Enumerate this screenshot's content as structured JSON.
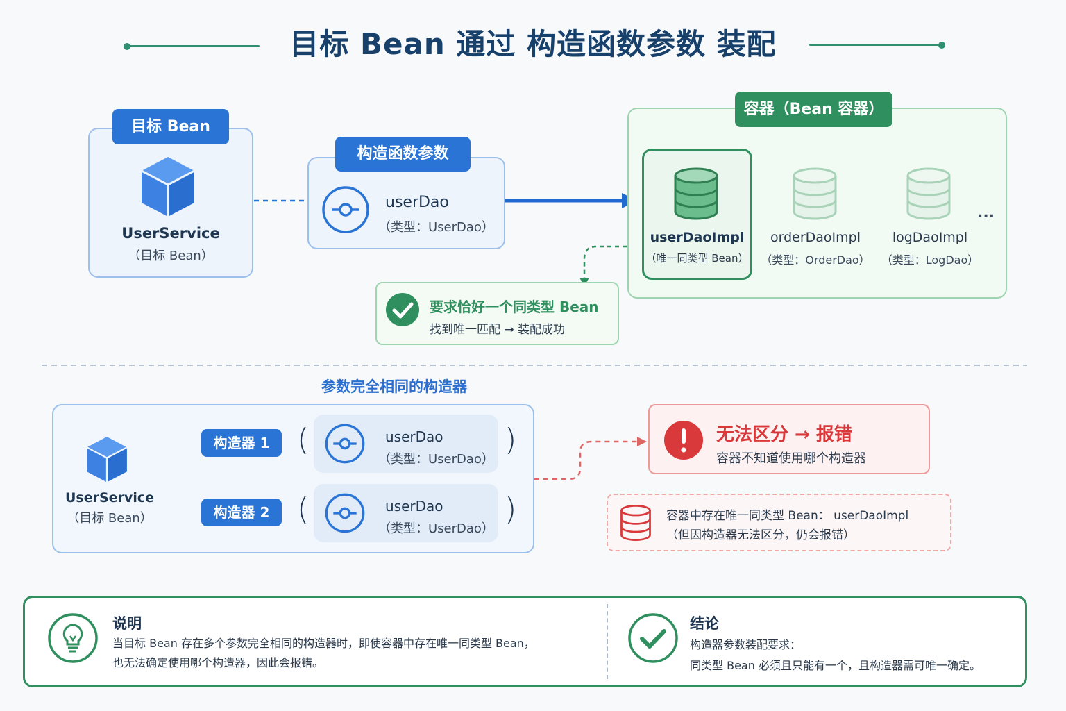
{
  "title": "目标 Bean 通过 构造函数参数 装配",
  "top": {
    "target_tag": "目标 Bean",
    "target_name": "UserService",
    "target_sub": "（目标 Bean）",
    "param_tag": "构造函数参数",
    "param_name": "userDao",
    "param_type": "（类型：UserDao）",
    "container_tag": "容器（Bean 容器）",
    "beans": [
      {
        "name": "userDaoImpl",
        "sub": "（唯一同类型 Bean）"
      },
      {
        "name": "orderDaoImpl",
        "sub": "（类型：OrderDao）"
      },
      {
        "name": "logDaoImpl",
        "sub": "（类型：LogDao）"
      }
    ],
    "more": "...",
    "ok_title": "要求恰好一个同类型 Bean",
    "ok_desc": "找到唯一匹配 → 装配成功"
  },
  "middle": {
    "heading": "参数完全相同的构造器",
    "target_name": "UserService",
    "target_sub": "（目标 Bean）",
    "ctor1": "构造器 1",
    "ctor2": "构造器 2",
    "p1_name": "userDao",
    "p1_type": "（类型：UserDao）",
    "p2_name": "userDao",
    "p2_type": "（类型：UserDao）",
    "paren_open": "(",
    "paren_close": ")",
    "err_title": "无法区分 → 报错",
    "err_desc": "容器不知道使用哪个构造器",
    "warn_line1": "容器中存在唯一同类型 Bean： userDaoImpl",
    "warn_line2": "（但因构造器无法区分，仍会报错）"
  },
  "bottom": {
    "note_title": "说明",
    "note_line1": "当目标 Bean 存在多个参数完全相同的构造器时，即使容器中存在唯一同类型 Bean，",
    "note_line2": "也无法确定使用哪个构造器，因此会报错。",
    "conc_title": "结论",
    "conc_line1": "构造器参数装配要求：",
    "conc_line2": "同类型 Bean 必须且只能有一个，且构造器需可唯一确定。"
  },
  "colors": {
    "blue": "#2a74d6",
    "green": "#2f8f5e",
    "red": "#d9393b",
    "title": "#17406b"
  }
}
